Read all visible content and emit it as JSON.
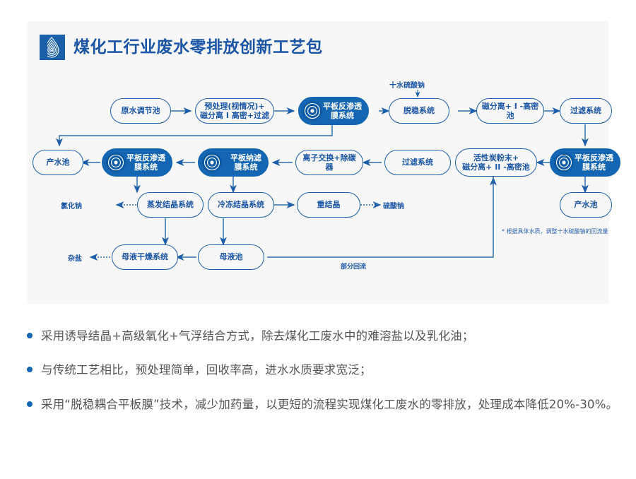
{
  "header": {
    "title": "煤化工行业废水零排放创新工艺包",
    "logo_icon": "water-drop-rings-logo",
    "accent_color": "#1b56a6"
  },
  "flow": {
    "row1": [
      {
        "id": "n1",
        "label": "原水调节池",
        "style": "light"
      },
      {
        "id": "n2",
        "label": "预处理(视情况)+\n磁分离 I 高密+过滤",
        "style": "light"
      },
      {
        "id": "n3",
        "label": "平板反渗透\n膜系统",
        "style": "dark",
        "icon": "ro-membrane-icon"
      },
      {
        "id": "n4",
        "label": "脱稳系统",
        "style": "light"
      },
      {
        "id": "n5",
        "label": "磁分离+ I -高密池",
        "style": "light"
      },
      {
        "id": "n6",
        "label": "过滤系统",
        "style": "light"
      }
    ],
    "row2": [
      {
        "id": "n7",
        "label": "产水池",
        "style": "light"
      },
      {
        "id": "n8",
        "label": "平板反渗透\n膜系统",
        "style": "dark",
        "icon": "ro-membrane-icon"
      },
      {
        "id": "n9",
        "label": "平板纳滤\n膜系统",
        "style": "dark",
        "icon": "ro-membrane-icon"
      },
      {
        "id": "n10",
        "label": "离子交换+除碳器",
        "style": "light"
      },
      {
        "id": "n11",
        "label": "过滤系统",
        "style": "light"
      },
      {
        "id": "n12",
        "label": "活性炭粉末+\n磁分离+ II -高密池",
        "style": "light"
      },
      {
        "id": "n13",
        "label": "平板反渗透\n膜系统",
        "style": "dark",
        "icon": "ro-membrane-icon"
      }
    ],
    "row3": [
      {
        "id": "n14",
        "label": "蒸发结晶系统",
        "style": "light"
      },
      {
        "id": "n15",
        "label": "冷冻结晶系统",
        "style": "light"
      },
      {
        "id": "n16",
        "label": "重结晶",
        "style": "light"
      },
      {
        "id": "n17",
        "label": "产水池",
        "style": "light"
      }
    ],
    "row4": [
      {
        "id": "n18",
        "label": "母液干燥系统",
        "style": "light"
      },
      {
        "id": "n19",
        "label": "母液池",
        "style": "light"
      }
    ],
    "labels": {
      "dosing": "十水硫酸钠",
      "out_nacl": "氯化钠",
      "out_na2so4": "硫酸钠",
      "out_saltmix": "杂盐",
      "return_flow": "部分回流",
      "footnote": "* 根据具体水质，调整十水硫酸钠的回流量"
    }
  },
  "bullets": [
    "采用诱导结晶+高级氧化+气浮结合方式，除去煤化工废水中的难溶盐以及乳化油；",
    "与传统工艺相比，预处理简单，回收率高，进水水质要求宽泛；",
    "采用“脱稳耦合平板膜”技术，减少加药量，以更短的流程实现煤化工废水的零排放，处理成本降低20%-30%。"
  ]
}
